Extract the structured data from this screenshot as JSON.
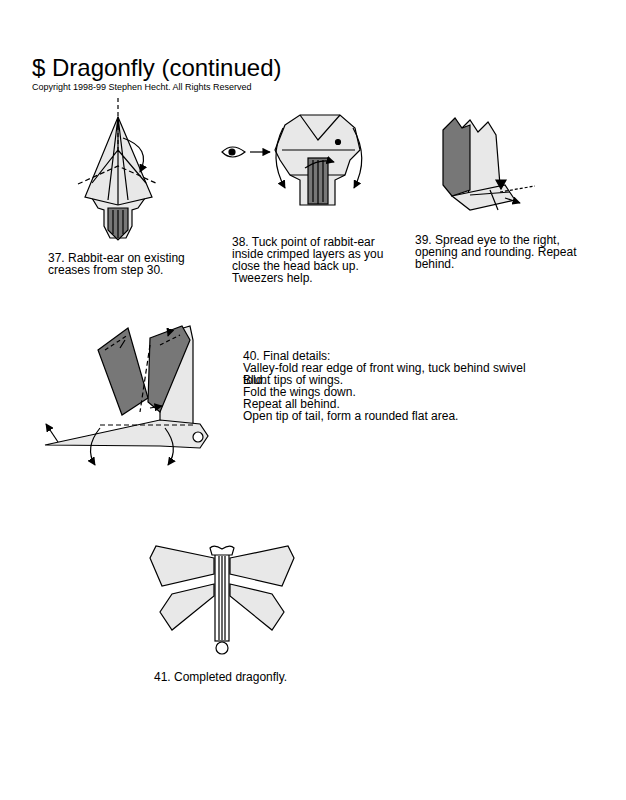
{
  "diagram": {
    "title": "$ Dragonfly (continued)",
    "labels": [
      "Copyright 1998-99 Stephen Hecht. All Rights Reserved",
      "37. Rabbit-ear on existing creases from step 30.",
      "38. Tuck point of rabbit-ear inside crimped layers as you close the head back up. Tweezers help.",
      "39. Spread eye to the right, opening and rounding. Repeat behind.",
      "40. Final details:",
      "Valley-fold rear edge of front wing, tuck behind swivel fold.",
      "Blunt tips of wings.",
      "Fold the wings down.",
      "Repeat all behind.",
      "Open tip of tail, form a rounded flat area.",
      "41. Completed dragonfly."
    ]
  }
}
